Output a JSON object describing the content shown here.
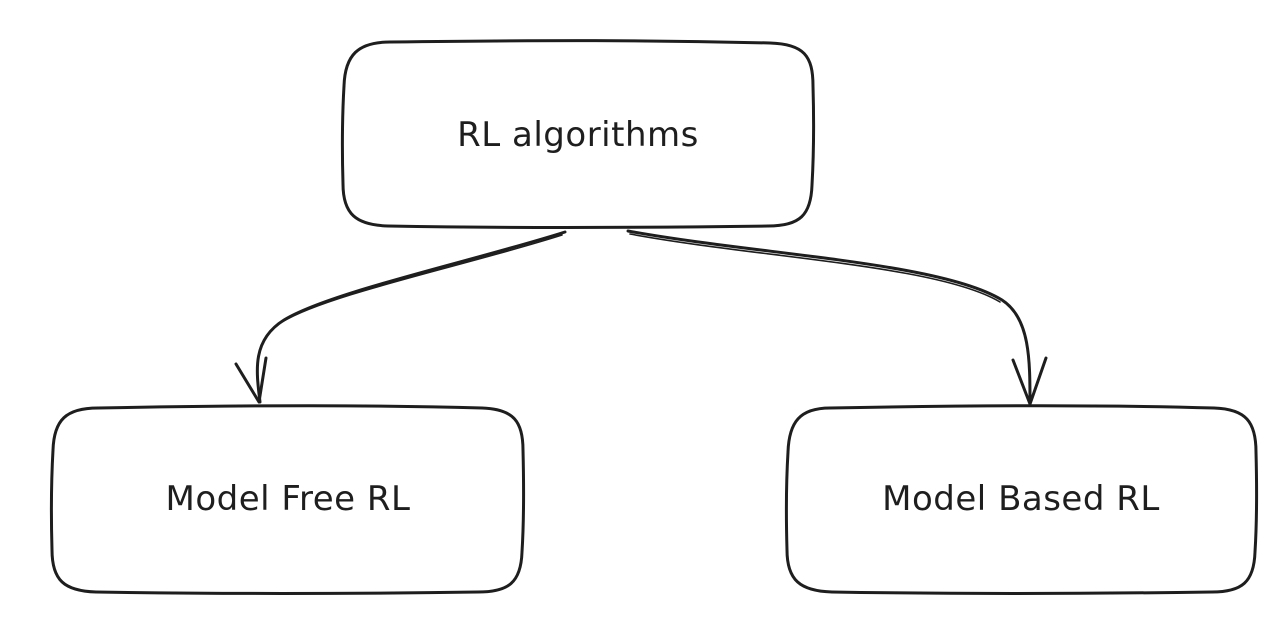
{
  "diagram": {
    "nodes": [
      {
        "id": "root",
        "label": "RL algorithms"
      },
      {
        "id": "left",
        "label": "Model Free RL"
      },
      {
        "id": "right",
        "label": "Model Based RL"
      }
    ],
    "edges": [
      {
        "from": "root",
        "to": "left"
      },
      {
        "from": "root",
        "to": "right"
      }
    ]
  }
}
